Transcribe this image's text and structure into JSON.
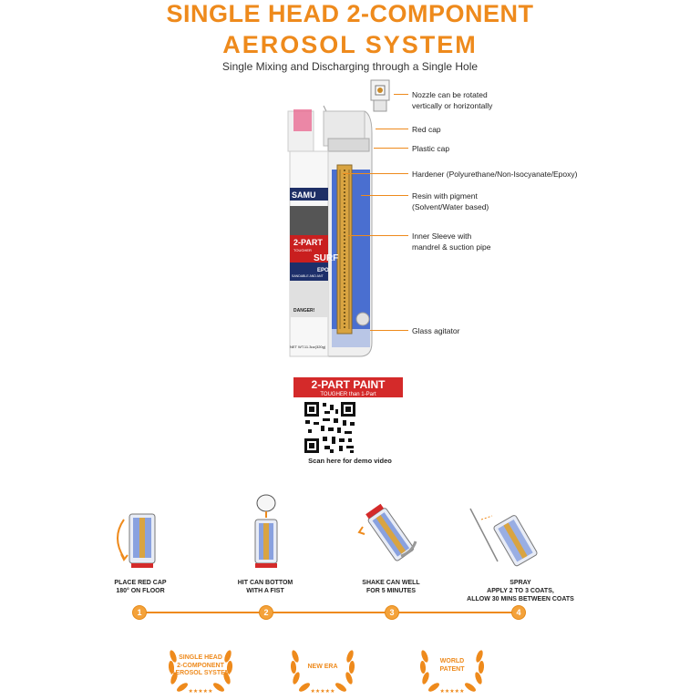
{
  "header": {
    "title_line1": "SINGLE HEAD 2-COMPONENT",
    "title_line2": "AEROSOL SYSTEM",
    "subtitle": "Single Mixing and Discharging through a Single Hole"
  },
  "callouts": [
    "Nozzle can be rotated\nvertically or horizontally",
    "Red cap",
    "Plastic cap",
    "Hardener (Polyurethane/Non-Isocyanate/Epoxy)",
    "Resin with pigment\n(Solvent/Water based)",
    "Inner Sleeve with\nmandrel & suction pipe",
    "Glass agitator"
  ],
  "can_label": {
    "brand": "SAMU",
    "product_line": "2-PART",
    "product_sub": "TOUGHER",
    "type_word": "SURF",
    "type_sub": "EPO",
    "feature": "SANDABLE AND ANT",
    "danger": "DANGER!",
    "net_weight": "NET WT.11.3oz(320g)"
  },
  "paint_logo": {
    "main": "2-PART PAINT",
    "sub": "TOUGHER than 1-Part"
  },
  "qr_caption": "Scan here for demo video",
  "steps": [
    {
      "num": "1",
      "label": "PLACE RED CAP\n180° ON FLOOR"
    },
    {
      "num": "2",
      "label": "HIT CAN BOTTOM\nWITH A FIST"
    },
    {
      "num": "3",
      "label": "SHAKE CAN WELL\nFOR 5 MINUTES"
    },
    {
      "num": "4",
      "label": "SPRAY\nAPPLY 2 TO 3 COATS,\nALLOW 30 MINS BETWEEN COATS"
    }
  ],
  "awards": [
    "SINGLE HEAD\n2-COMPONENT\nAEROSOL SYSTEM",
    "NEW ERA",
    "WORLD\nPATENT"
  ],
  "colors": {
    "accent": "#ee8a1c",
    "resin_blue": "#4a6fd0",
    "hardener_gold": "#d9a441",
    "cap_red": "#d42a2a"
  }
}
